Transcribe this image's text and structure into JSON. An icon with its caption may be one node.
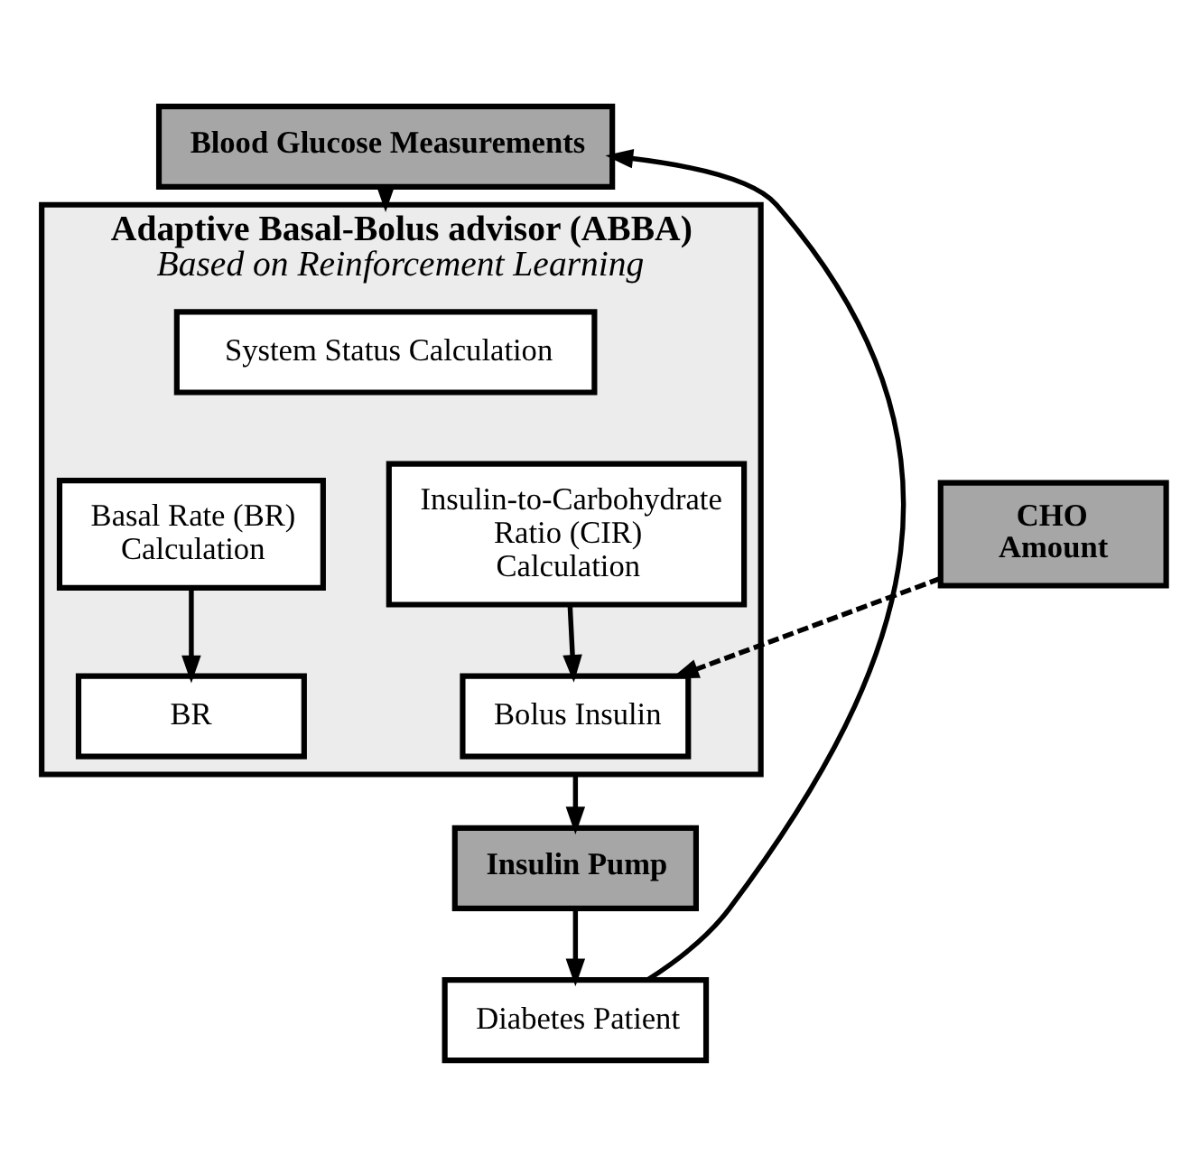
{
  "diagram": {
    "nodes": [
      {
        "text": [
          "Blood Glucose Measurements"
        ]
      },
      {
        "text": [
          "Adaptive Basal-Bolus advisor (ABBA)",
          "Based on Reinforcement Learning"
        ]
      },
      {
        "text": [
          "System Status Calculation"
        ],
        "in": 1
      },
      {
        "text": [
          "Basal Rate (BR) Calculation"
        ],
        "in": 1
      },
      {
        "text": [
          "Insulin-to-Carbohydrate Ratio (CIR) Calculation"
        ],
        "in": 1
      },
      {
        "text": [
          "BR"
        ],
        "in": 1
      },
      {
        "text": [
          "Bolus Insulin"
        ],
        "in": 1
      },
      {
        "text": [
          "CHO Amount"
        ]
      },
      {
        "text": [
          "Insulin Pump"
        ]
      },
      {
        "text": [
          "Diabetes Patient"
        ]
      }
    ],
    "edges": [
      {
        "from": 0,
        "to": 1,
        "arrow": "to"
      },
      {
        "from": 3,
        "to": 5,
        "arrow": "to"
      },
      {
        "from": 4,
        "to": 6,
        "arrow": "to"
      },
      {
        "from": 7,
        "to": 6,
        "arrow": "to",
        "style": "dashed"
      },
      {
        "from": 1,
        "to": 8,
        "arrow": "to"
      },
      {
        "from": 8,
        "to": 9,
        "arrow": "to"
      },
      {
        "from": 9,
        "to": 0,
        "arrow": "to"
      }
    ]
  }
}
